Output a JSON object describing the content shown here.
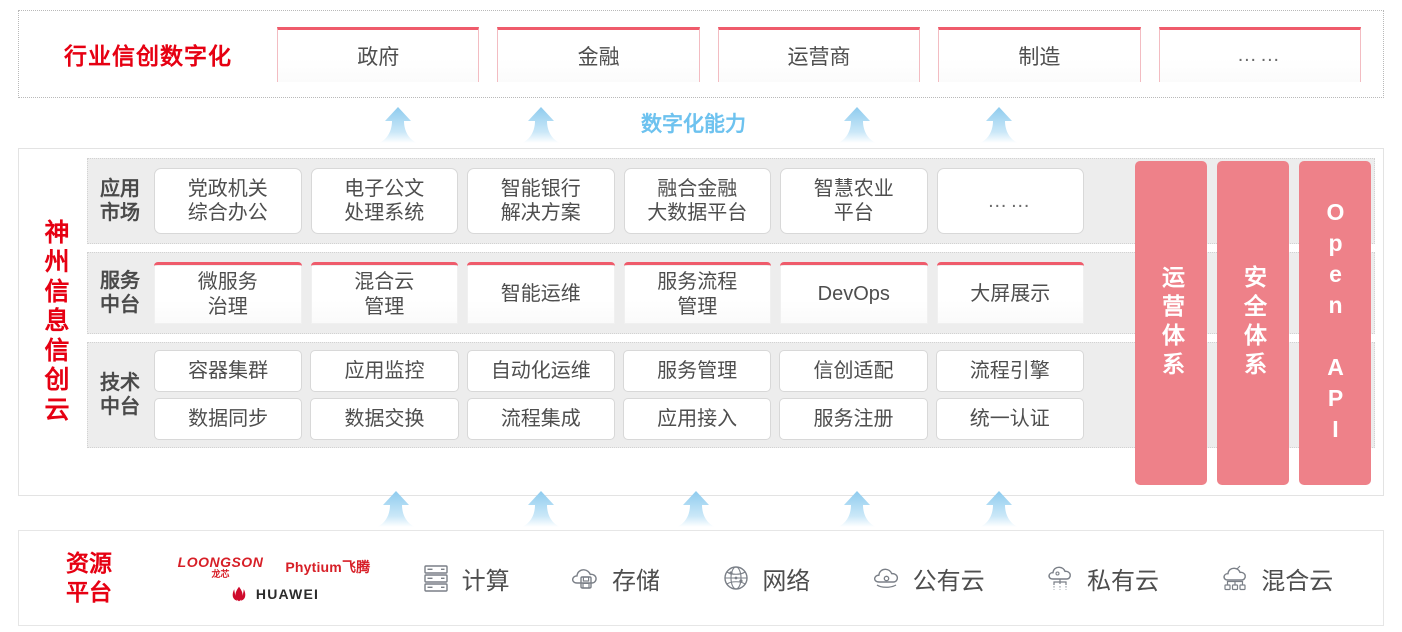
{
  "industry": {
    "title": "行业信创数字化",
    "boxes": [
      {
        "label": "政府"
      },
      {
        "label": "金融"
      },
      {
        "label": "运营商"
      },
      {
        "label": "制造"
      },
      {
        "label": "……"
      }
    ]
  },
  "capability": {
    "label": "数字化能力",
    "arrow_count": 4
  },
  "cloud": {
    "title_chars": [
      "神",
      "州",
      "信",
      "息",
      "信",
      "创",
      "云"
    ],
    "tiers": [
      {
        "label_lines": [
          "应用",
          "市场"
        ],
        "name": "application-market",
        "cells": [
          {
            "lines": [
              "党政机关",
              "综合办公"
            ]
          },
          {
            "lines": [
              "电子公文",
              "处理系统"
            ]
          },
          {
            "lines": [
              "智能银行",
              "解决方案"
            ]
          },
          {
            "lines": [
              "融合金融",
              "大数据平台"
            ]
          },
          {
            "lines": [
              "智慧农业",
              "平台"
            ]
          },
          {
            "lines": [
              "……"
            ],
            "dots": true
          }
        ]
      },
      {
        "label_lines": [
          "服务",
          "中台"
        ],
        "name": "service-platform",
        "cells": [
          {
            "lines": [
              "微服务",
              "治理"
            ]
          },
          {
            "lines": [
              "混合云",
              "管理"
            ]
          },
          {
            "lines": [
              "智能运维"
            ]
          },
          {
            "lines": [
              "服务流程",
              "管理"
            ]
          },
          {
            "lines": [
              "DevOps"
            ]
          },
          {
            "lines": [
              "大屏展示"
            ]
          }
        ]
      },
      {
        "label_lines": [
          "技术",
          "中台"
        ],
        "name": "technology-platform",
        "rows": [
          [
            "容器集群",
            "应用监控",
            "自动化运维",
            "服务管理",
            "信创适配",
            "流程引擎"
          ],
          [
            "数据同步",
            "数据交换",
            "流程集成",
            "应用接入",
            "服务注册",
            "统一认证"
          ]
        ]
      }
    ],
    "pillars": [
      {
        "label": "运营体系",
        "script": "cjk"
      },
      {
        "label": "安全体系",
        "script": "cjk"
      },
      {
        "label": "Open API",
        "script": "latin"
      }
    ]
  },
  "lower_arrows": {
    "arrow_count": 5
  },
  "resource": {
    "title_lines": [
      "资源",
      "平台"
    ],
    "vendors": [
      {
        "name": "loongson",
        "main": "LOONGSON",
        "sub": "龙芯"
      },
      {
        "name": "phytium",
        "main": "Phytium飞腾"
      },
      {
        "name": "huawei",
        "main": "HUAWEI"
      }
    ],
    "items": [
      {
        "label": "计算",
        "icon": "server-icon"
      },
      {
        "label": "存储",
        "icon": "storage-cloud-icon"
      },
      {
        "label": "网络",
        "icon": "network-globe-icon"
      },
      {
        "label": "公有云",
        "icon": "public-cloud-icon"
      },
      {
        "label": "私有云",
        "icon": "private-cloud-icon"
      },
      {
        "label": "混合云",
        "icon": "hybrid-cloud-icon"
      }
    ]
  },
  "colors": {
    "brand_red": "#e60012",
    "pink_accent": "#ef5b6b",
    "pillar_pink": "#ee8189",
    "arrow_blue": "#9bd3f0",
    "tier_band": "#ededed"
  }
}
